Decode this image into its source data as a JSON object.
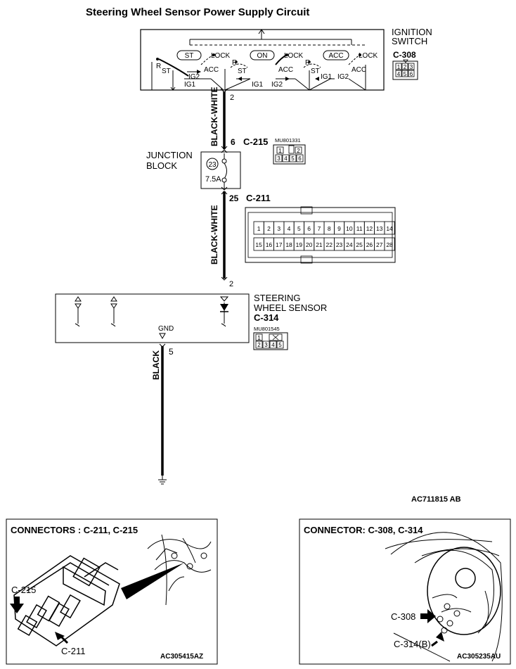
{
  "title": "Steering Wheel Sensor Power Supply Circuit",
  "ignition_switch": {
    "label_line1": "IGNITION",
    "label_line2": "SWITCH",
    "connector": "C-308",
    "pins_top": [
      "1",
      "2",
      "3"
    ],
    "pins_bottom": [
      "4",
      "5",
      "6"
    ],
    "positions": [
      "ST",
      "ON",
      "ACC"
    ],
    "lock": "LOCK",
    "acc": "ACC",
    "r": "R",
    "st": "ST",
    "ig1": "IG1",
    "ig2": "IG2",
    "output_pin": "2"
  },
  "wire_black_white": "BLACK-WHITE",
  "junction_block": {
    "label_line1": "JUNCTION",
    "label_line2": "BLOCK",
    "fuse_number": "23",
    "fuse_rating": "7.5A",
    "in_pin": "6",
    "in_connector": "C-215",
    "part_number": "MU801331",
    "c215_pins_top": [
      "1",
      "",
      "2"
    ],
    "c215_pins_bottom": [
      "3",
      "4",
      "5",
      "6"
    ],
    "out_pin": "25",
    "out_connector": "C-211"
  },
  "c211_pins_top": [
    "1",
    "2",
    "3",
    "4",
    "5",
    "6",
    "7",
    "8",
    "9",
    "10",
    "11",
    "12",
    "13",
    "14"
  ],
  "c211_pins_bottom": [
    "15",
    "16",
    "17",
    "18",
    "19",
    "20",
    "21",
    "22",
    "23",
    "24",
    "25",
    "26",
    "27",
    "28"
  ],
  "steering_sensor": {
    "in_pin": "2",
    "label_line1": "STEERING",
    "label_line2": "WHEEL SENSOR",
    "connector": "C-314",
    "part_number": "MU801545",
    "c314_pins_top": [
      "1",
      ""
    ],
    "c314_pins_bottom": [
      "2",
      "3",
      "4",
      "5"
    ],
    "gnd": "GND",
    "gnd_pin": "5"
  },
  "wire_black": "BLACK",
  "diagram_code": "AC711815 AB",
  "panel_left": {
    "title": "CONNECTORS : C-211, C-215",
    "callout_1": "C-215",
    "callout_2": "C-211",
    "code": "AC305415AZ"
  },
  "panel_right": {
    "title": "CONNECTOR: C-308, C-314",
    "callout_1": "C-308",
    "callout_2": "C-314(B)",
    "code": "AC305235AU"
  }
}
